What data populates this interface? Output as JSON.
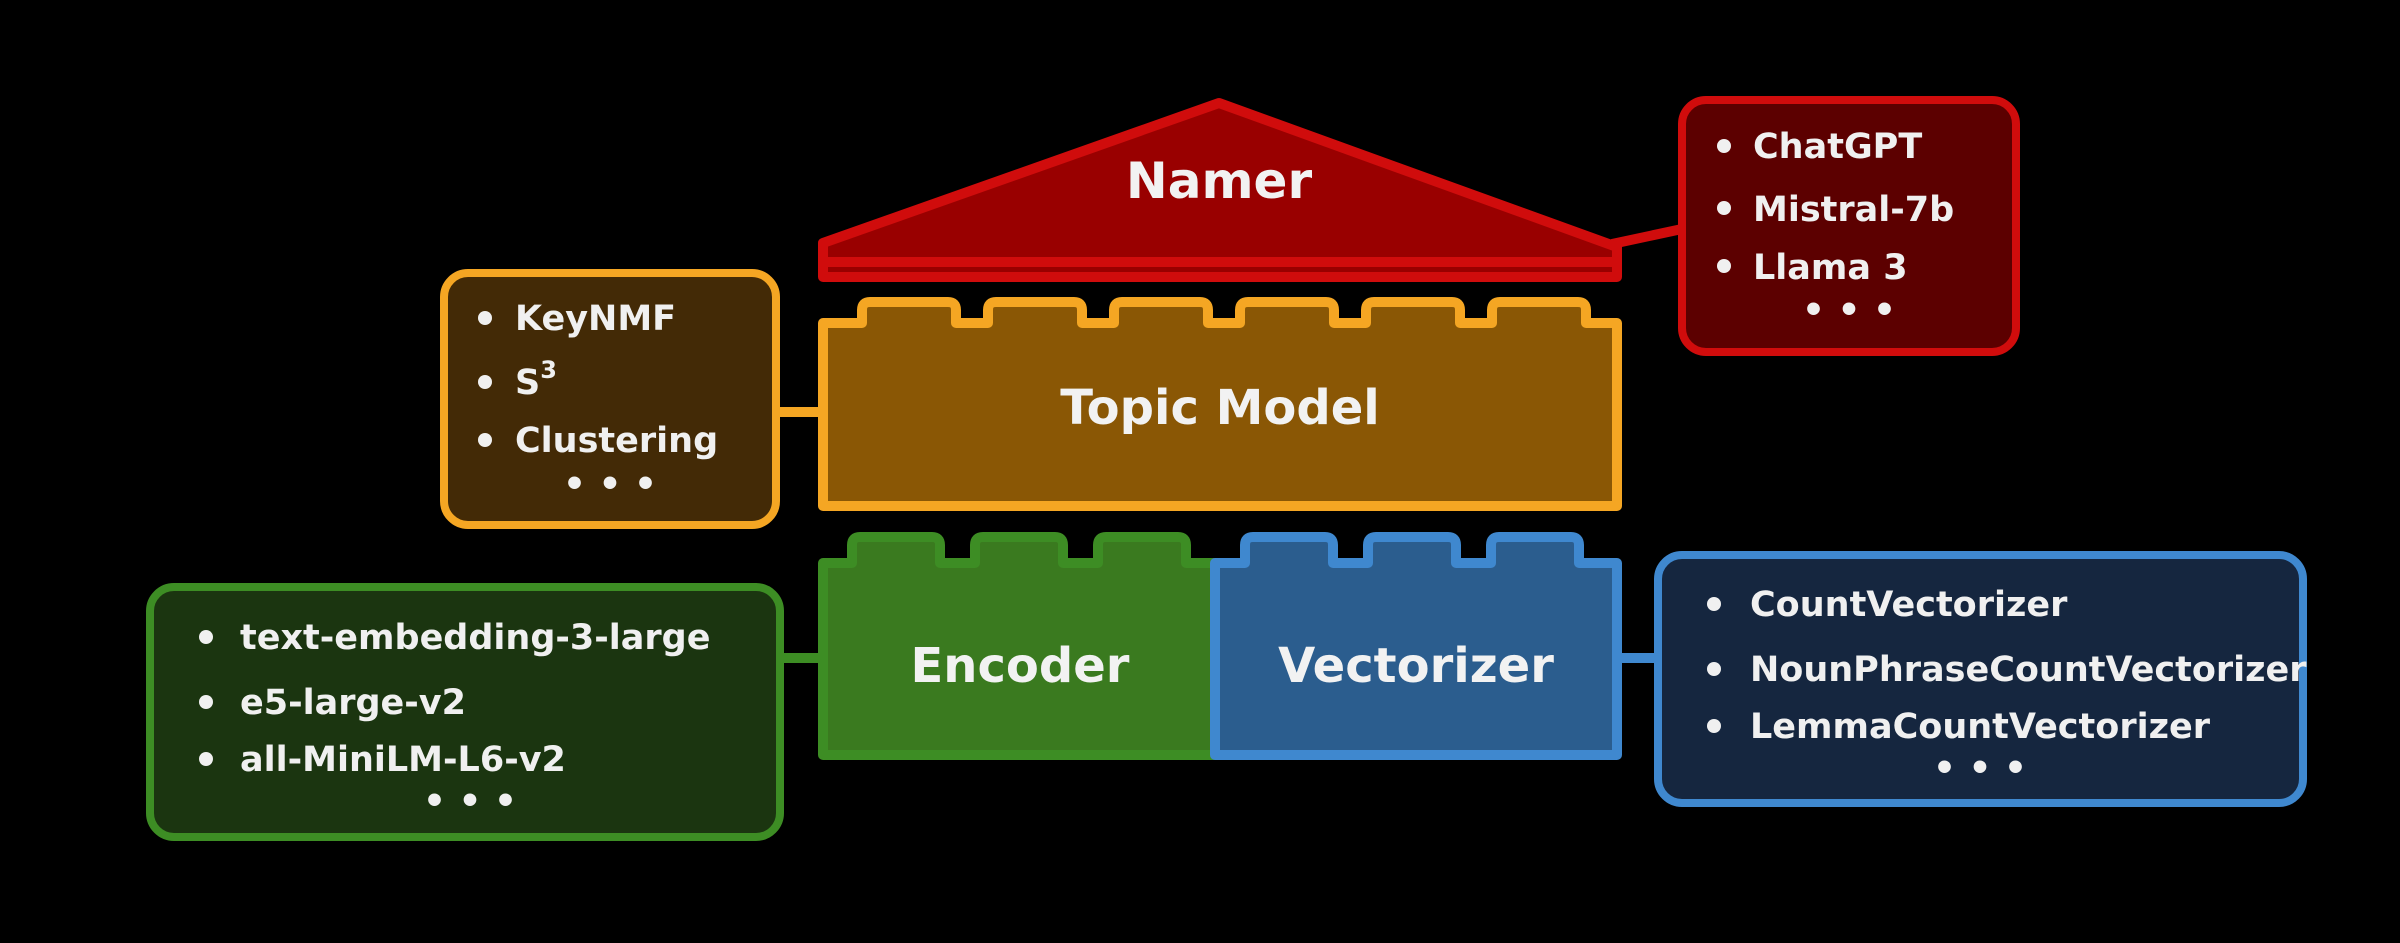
{
  "colors": {
    "background": "#000000",
    "namer": {
      "stroke": "#d00c0c",
      "fill": "#990000",
      "box_fill": "#5c0000"
    },
    "topic_model": {
      "stroke": "#f5a623",
      "fill": "#8a5705",
      "box_fill": "#432a06"
    },
    "encoder": {
      "stroke": "#3d8d24",
      "fill": "#3a7a1f",
      "box_fill": "#1b3510"
    },
    "vectorizer": {
      "stroke": "#3f88cf",
      "fill": "#2b5d8e",
      "box_fill": "#15263f"
    }
  },
  "blocks": {
    "namer": "Namer",
    "topic_model": "Topic Model",
    "encoder": "Encoder",
    "vectorizer": "Vectorizer"
  },
  "options": {
    "namer": {
      "items": [
        "ChatGPT",
        "Mistral-7b",
        "Llama 3"
      ],
      "more": "• • •"
    },
    "topic_model": {
      "items": [
        "KeyNMF",
        "S",
        "Clustering"
      ],
      "superscript": "3",
      "more": "• • •"
    },
    "encoder": {
      "items": [
        "text-embedding-3-large",
        "e5-large-v2",
        "all-MiniLM-L6-v2"
      ],
      "more": "• • •"
    },
    "vectorizer": {
      "items": [
        "CountVectorizer",
        "NounPhraseCountVectorizer",
        "LemmaCountVectorizer"
      ],
      "more": "• • •"
    }
  }
}
